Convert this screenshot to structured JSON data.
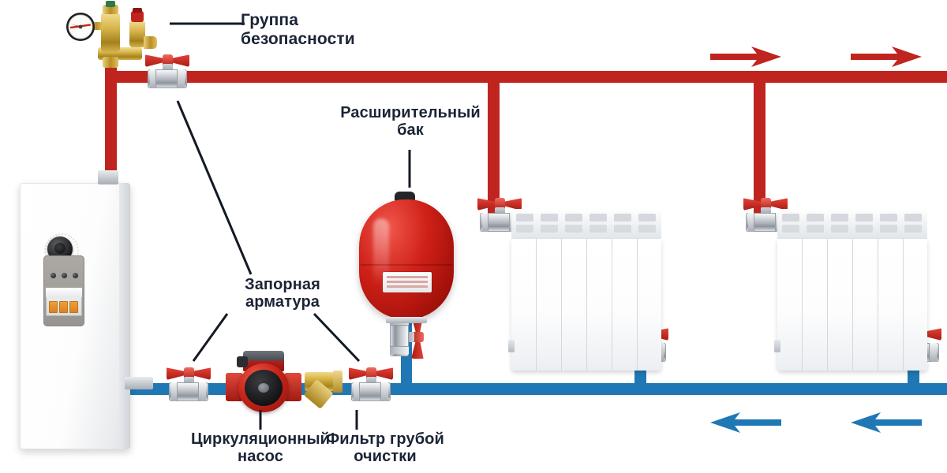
{
  "diagram": {
    "title": "Схема отопления с электрокотлом",
    "background": "#ffffff",
    "colors": {
      "supply_pipe": "#c0241f",
      "return_pipe": "#1f78b4",
      "label_text": "#1b2436",
      "leader_line": "#131a26",
      "valve_handle": "#cf2b22",
      "tank_red": "#cf2018",
      "brass": "#d8b545"
    }
  },
  "labels": {
    "safety_group": "Группа\nбезопасности",
    "expansion_tank": "Расширительный\nбак",
    "shutoff_valves": "Запорная\nарматура",
    "circulation_pump": "Циркуляционный\nнасос",
    "coarse_filter": "Фильтр грубой\nочистки"
  },
  "components": {
    "boiler": {
      "name": "Электрический котёл",
      "knob": "thermostat-knob",
      "leds": 3,
      "breaker_poles": 3
    },
    "safety_group": {
      "name": "Группа безопасности",
      "parts": [
        "Манометр",
        "Автоматический воздухоотводчик",
        "Предохранительный клапан"
      ]
    },
    "expansion_tank": {
      "name": "Расширительный бак",
      "color": "#cf2018"
    },
    "pump": {
      "name": "Циркуляционный насос",
      "color": "#c8251b"
    },
    "filter": {
      "name": "Фильтр грубой очистки",
      "type": "Y-strainer"
    },
    "radiators": [
      {
        "name": "Радиатор 1",
        "sections": 6
      },
      {
        "name": "Радиатор 2",
        "sections": 6
      }
    ],
    "valves": [
      {
        "name": "Кран на подаче от котла"
      },
      {
        "name": "Кран перед насосом"
      },
      {
        "name": "Кран после фильтра"
      },
      {
        "name": "Кран расширительного бака"
      },
      {
        "name": "Кран подачи радиатора 1"
      },
      {
        "name": "Кран обратки радиатора 1"
      },
      {
        "name": "Кран подачи радиатора 2"
      },
      {
        "name": "Кран обратки радиатора 2"
      }
    ]
  },
  "flow": {
    "supply_direction": "right",
    "return_direction": "left",
    "supply_arrows": 2,
    "return_arrows": 2
  }
}
